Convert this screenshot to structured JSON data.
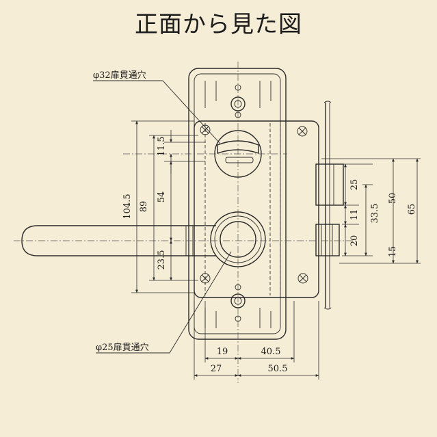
{
  "title": "正面から見た図",
  "notes": {
    "top_hole": "φ32扉貫通穴",
    "bottom_hole": "φ25扉貫通穴"
  },
  "dims": {
    "d_104_5": "104.5",
    "d_89": "89",
    "d_54": "54",
    "d_11_5": "11.5",
    "d_23_5": "23.5",
    "d_25": "25",
    "d_11": "11",
    "d_33_5": "33.5",
    "d_50": "50",
    "d_65": "65",
    "d_20": "20",
    "d_15": "15",
    "d_19": "19",
    "d_40_5": "40.5",
    "d_27": "27",
    "d_50_5": "50.5"
  },
  "colors": {
    "background": "#f6edd6",
    "ink": "#2a2a2a"
  }
}
